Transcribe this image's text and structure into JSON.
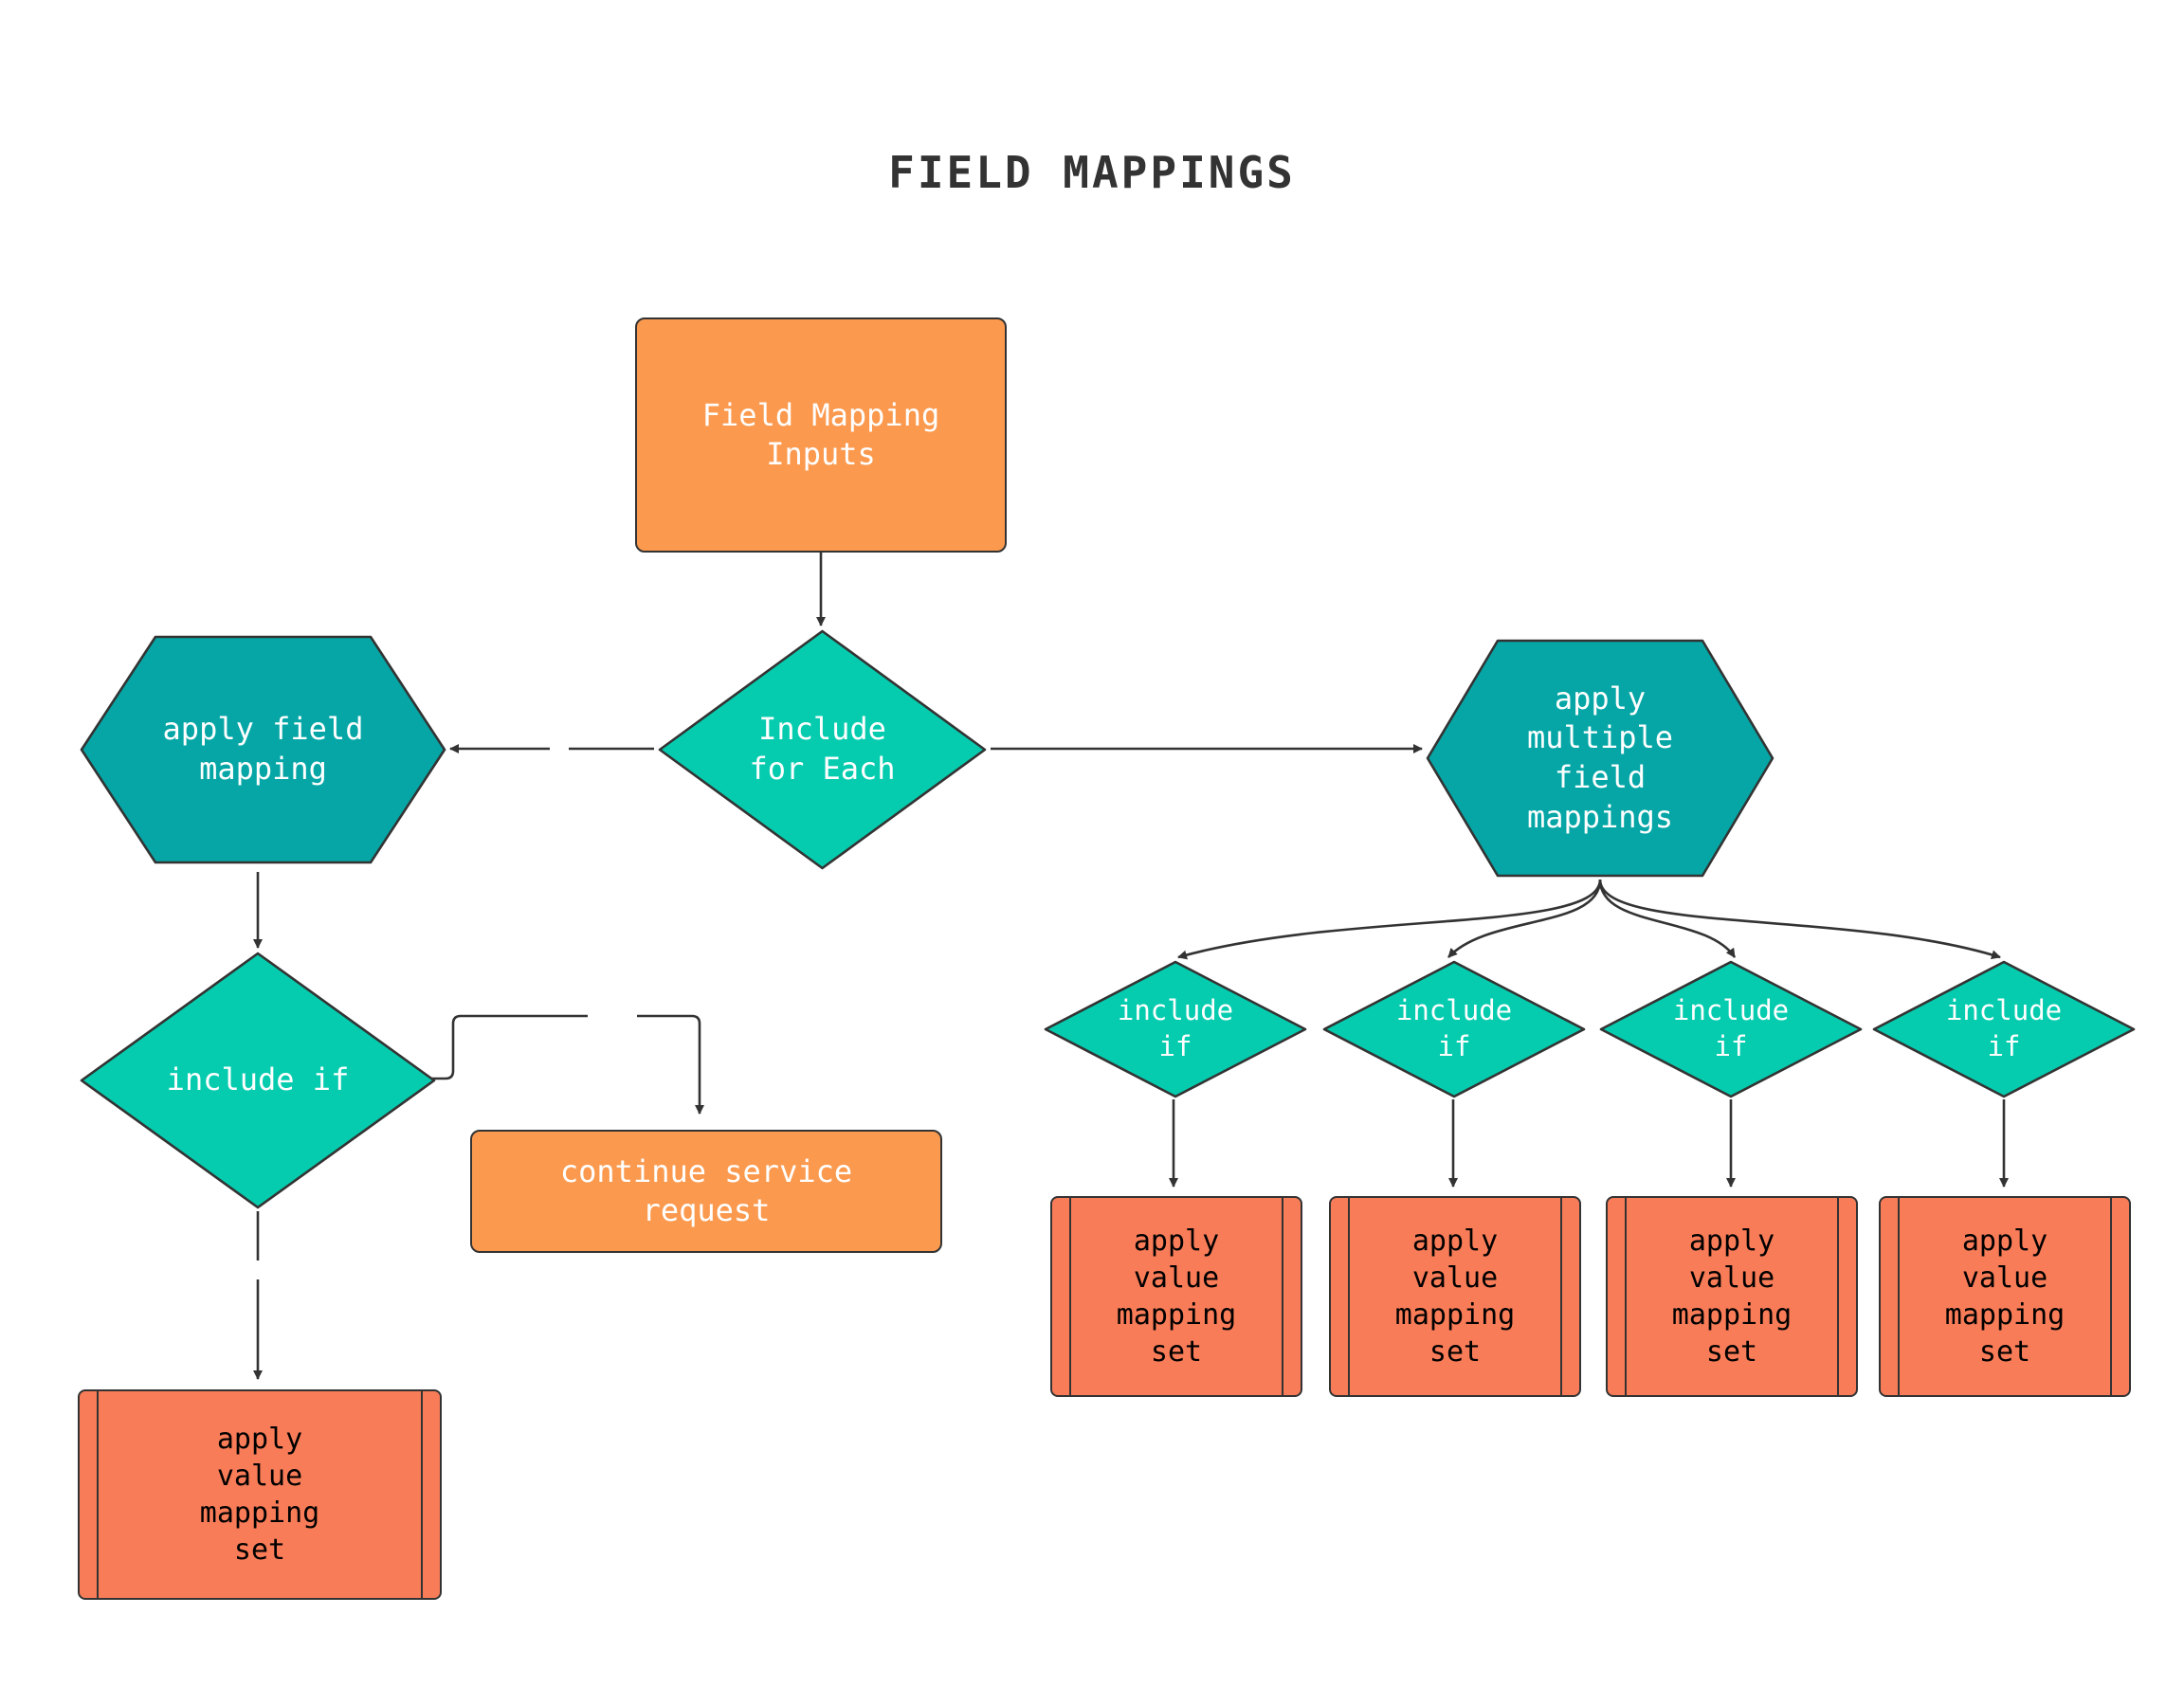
{
  "diagram": {
    "title": "FIELD MAPPINGS",
    "background": "#ffffff",
    "colors": {
      "process_orange": "#fb9a4f",
      "subroutine_salmon": "#f87c58",
      "decision_teal": "#06ccaf",
      "hexagon_teal": "#06a6a6",
      "stroke": "#333333",
      "text": "#ffffff",
      "title_text": "#333333"
    },
    "nodes": {
      "field_mapping_inputs": {
        "label": "Field Mapping\nInputs",
        "shape": "process"
      },
      "include_for_each": {
        "label": "Include\nfor Each",
        "shape": "decision"
      },
      "apply_field_mapping": {
        "label": "apply field\nmapping",
        "shape": "hexagon"
      },
      "apply_multiple_field_mappings": {
        "label": "apply\nmultiple\nfield\nmappings",
        "shape": "hexagon"
      },
      "include_if_left": {
        "label": "include if",
        "shape": "decision"
      },
      "continue_service_request": {
        "label": "continue service\nrequest",
        "shape": "process"
      },
      "apply_value_mapping_set_left": {
        "label": "apply\nvalue\nmapping\nset",
        "shape": "subroutine"
      },
      "include_if_1": {
        "label": "include\nif",
        "shape": "decision"
      },
      "include_if_2": {
        "label": "include\nif",
        "shape": "decision"
      },
      "include_if_3": {
        "label": "include\nif",
        "shape": "decision"
      },
      "include_if_4": {
        "label": "include\nif",
        "shape": "decision"
      },
      "apply_value_mapping_set_1": {
        "label": "apply\nvalue\nmapping\nset",
        "shape": "subroutine"
      },
      "apply_value_mapping_set_2": {
        "label": "apply\nvalue\nmapping\nset",
        "shape": "subroutine"
      },
      "apply_value_mapping_set_3": {
        "label": "apply\nvalue\nmapping\nset",
        "shape": "subroutine"
      },
      "apply_value_mapping_set_4": {
        "label": "apply\nvalue\nmapping\nset",
        "shape": "subroutine"
      }
    },
    "edges": [
      {
        "from": "field_mapping_inputs",
        "to": "include_for_each"
      },
      {
        "from": "include_for_each",
        "to": "apply_field_mapping"
      },
      {
        "from": "include_for_each",
        "to": "apply_multiple_field_mappings"
      },
      {
        "from": "apply_field_mapping",
        "to": "include_if_left"
      },
      {
        "from": "include_if_left",
        "to": "continue_service_request"
      },
      {
        "from": "include_if_left",
        "to": "apply_value_mapping_set_left"
      },
      {
        "from": "apply_multiple_field_mappings",
        "to": "include_if_1"
      },
      {
        "from": "apply_multiple_field_mappings",
        "to": "include_if_2"
      },
      {
        "from": "apply_multiple_field_mappings",
        "to": "include_if_3"
      },
      {
        "from": "apply_multiple_field_mappings",
        "to": "include_if_4"
      },
      {
        "from": "include_if_1",
        "to": "apply_value_mapping_set_1"
      },
      {
        "from": "include_if_2",
        "to": "apply_value_mapping_set_2"
      },
      {
        "from": "include_if_3",
        "to": "apply_value_mapping_set_3"
      },
      {
        "from": "include_if_4",
        "to": "apply_value_mapping_set_4"
      }
    ]
  }
}
